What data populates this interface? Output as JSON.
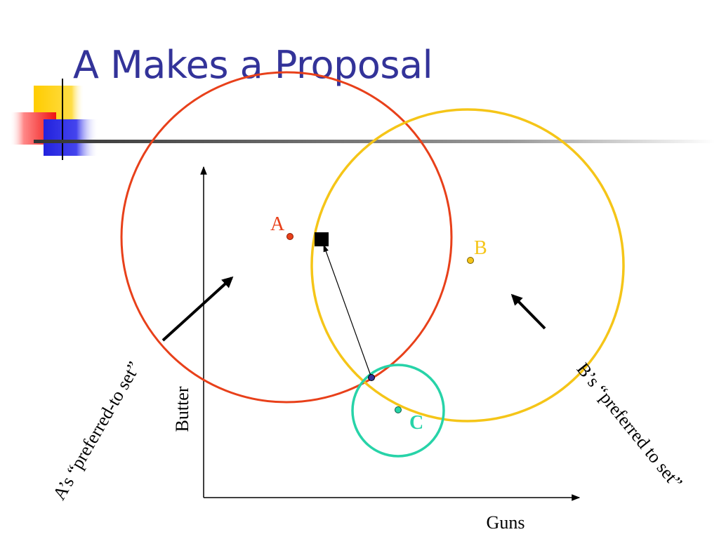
{
  "slide": {
    "title": "A Makes a Proposal"
  },
  "axes": {
    "x_label": "Guns",
    "y_label": "Butter"
  },
  "points": {
    "A": {
      "label": "A",
      "color": "#e8401a"
    },
    "B": {
      "label": "B",
      "color": "#f5c518"
    },
    "C": {
      "label": "C",
      "color": "#27d3a8"
    }
  },
  "annotations": {
    "a_preferred": "A’s “preferred-to set”",
    "b_preferred": "B’s “preferred to set”"
  },
  "colors": {
    "title": "#333399",
    "circle_a": "#e8401a",
    "circle_b": "#f5c518",
    "circle_c": "#27d3a8",
    "status_quo_point": "#333399",
    "proposal": "#000000"
  }
}
